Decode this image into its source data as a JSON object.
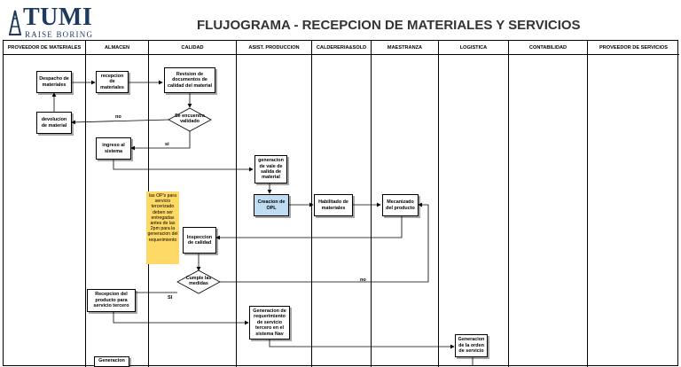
{
  "header": {
    "logo_word": "TUMI",
    "logo_sub": "RAISE BORING",
    "title": "FLUJOGRAMA - RECEPCION DE MATERIALES Y SERVICIOS"
  },
  "lanes": [
    "PROVEEDOR DE MATERIALES",
    "ALMACEN",
    "CALIDAD",
    "ASIST. PRODUCCION",
    "CALDERERIA&SOLD",
    "MAESTRANZA",
    "LOGISTICA",
    "CONTABILIDAD",
    "PROVEEDOR DE SERVICIOS"
  ],
  "nodes": {
    "despacho": "Despacho de materiales",
    "recepcion": "recepcion de materiales",
    "revision": "Revision de documentos de calidad del material",
    "validado": "Se encuentra validado",
    "devolucion": "devolucion de material",
    "ingreso": "ingreso al sistema",
    "vale": "generacion de vale de salida de material",
    "opl": "Creacion de OPL",
    "habilitado": "Habilitado de materiales",
    "mecanizado": "Mecanizado del producto",
    "inspeccion": "Inspeccion de calidad",
    "cumple": "Cumple las medidas",
    "recepcion_tercero": "Recepcion del producto para servicio tercero",
    "requerimiento": "Generacion de requerimiento de servicio tercero en el sistema Nav",
    "orden": "Generacion de la orden de servicio",
    "generacion_bottom": "Generacion"
  },
  "note": "las OP's para servicio tercerizado deben ser entregadas antes de las 2pm para la generacion del requerimiento",
  "labels": {
    "no1": "no",
    "si1": "si",
    "no2": "no",
    "si2": "SI"
  }
}
